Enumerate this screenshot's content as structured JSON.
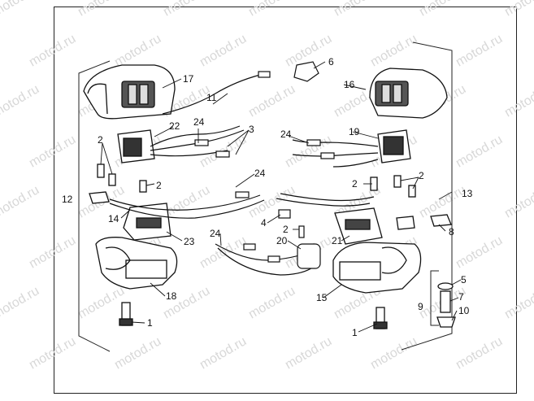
{
  "watermark": "motod.ru",
  "callouts": [
    {
      "id": "17",
      "text": "17"
    },
    {
      "id": "11",
      "text": "11"
    },
    {
      "id": "22",
      "text": "22"
    },
    {
      "id": "24a",
      "text": "24"
    },
    {
      "id": "3",
      "text": "3"
    },
    {
      "id": "6",
      "text": "6"
    },
    {
      "id": "16",
      "text": "16"
    },
    {
      "id": "19",
      "text": "19"
    },
    {
      "id": "24b",
      "text": "24"
    },
    {
      "id": "2a",
      "text": "2"
    },
    {
      "id": "12",
      "text": "12"
    },
    {
      "id": "2b",
      "text": "2"
    },
    {
      "id": "24c",
      "text": "24"
    },
    {
      "id": "14",
      "text": "14"
    },
    {
      "id": "23",
      "text": "23"
    },
    {
      "id": "18",
      "text": "18"
    },
    {
      "id": "1a",
      "text": "1"
    },
    {
      "id": "2c",
      "text": "2"
    },
    {
      "id": "2d",
      "text": "2"
    },
    {
      "id": "13",
      "text": "13"
    },
    {
      "id": "4",
      "text": "4"
    },
    {
      "id": "2e",
      "text": "2"
    },
    {
      "id": "20",
      "text": "20"
    },
    {
      "id": "24d",
      "text": "24"
    },
    {
      "id": "21",
      "text": "21"
    },
    {
      "id": "8",
      "text": "8"
    },
    {
      "id": "15",
      "text": "15"
    },
    {
      "id": "5",
      "text": "5"
    },
    {
      "id": "7",
      "text": "7"
    },
    {
      "id": "9",
      "text": "9"
    },
    {
      "id": "10",
      "text": "10"
    },
    {
      "id": "1b",
      "text": "1"
    }
  ]
}
